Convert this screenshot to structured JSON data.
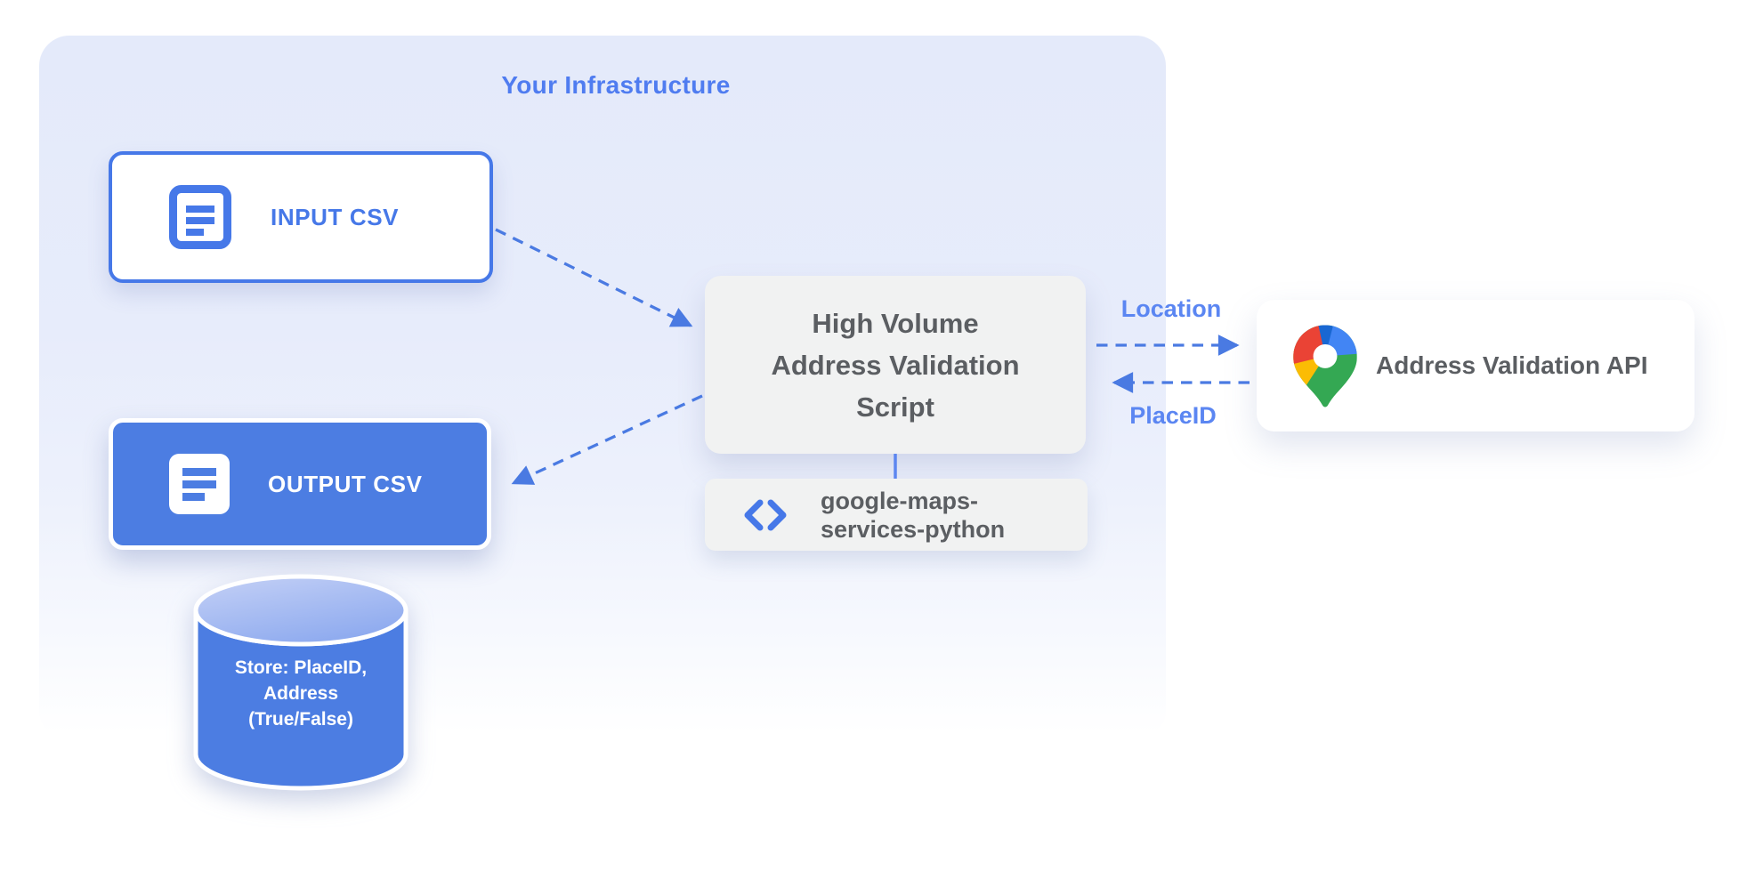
{
  "diagram": {
    "infrastructure_title": "Your Infrastructure",
    "nodes": {
      "input_csv": {
        "label": "INPUT CSV",
        "icon": "document-icon"
      },
      "output_csv": {
        "label": "OUTPUT CSV",
        "icon": "document-icon"
      },
      "datastore": {
        "lines": [
          "Store: PlaceID,",
          "Address",
          "(True/False)"
        ],
        "icon": "database-cylinder"
      },
      "script": {
        "lines": [
          "High Volume",
          "Address Validation",
          "Script"
        ]
      },
      "library": {
        "lines": [
          "google-maps-",
          "services-python"
        ],
        "icon": "code-icon"
      },
      "api": {
        "label": "Address Validation API",
        "icon": "maps-pin-icon"
      }
    },
    "edge_labels": {
      "request": "Location",
      "response": "PlaceID"
    },
    "colors": {
      "accent_blue": "#4678e8",
      "fill_blue": "#4c7de2",
      "arrow_blue": "#4a7ae2",
      "edge_label_blue": "#5b86f2",
      "title_blue": "#4f7cf0",
      "panel_background": "#e4eafa",
      "gray_box": "#f1f2f2",
      "gray_text": "#5b5e62",
      "pin_red": "#EA4335",
      "pin_light_blue": "#4285F4",
      "pin_dark_blue": "#1967D2",
      "pin_yellow": "#FBBC04",
      "pin_green": "#34A853"
    }
  }
}
